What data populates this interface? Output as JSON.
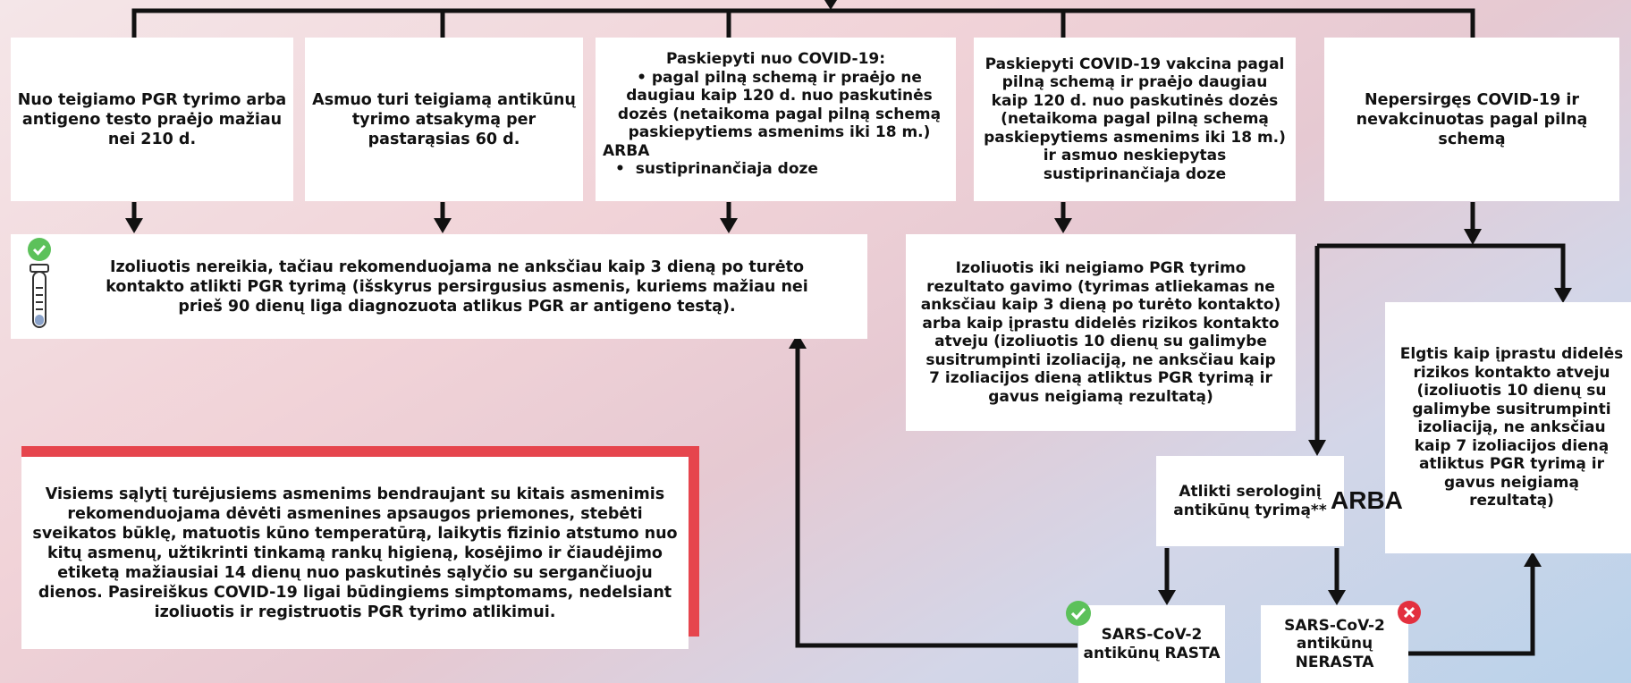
{
  "top_boxes": [
    "Nuo teigiamo PGR tyrimo arba antigeno testo praėjo mažiau nei 210 d.",
    "Asmuo turi teigiamą antikūnų tyrimo atsakymą per pastarąsias 60 d.",
    "",
    "Paskiepyti COVID-19 vakcina pagal pilną schemą ir praėjo daugiau kaip 120 d. nuo paskutinės dozės (netaikoma pagal pilną schemą paskiepytiems asmenims iki 18 m.) ir asmuo neskiepytas sustiprinančiaja doze",
    "Nepersirgęs COVID-19 ir nevakcinuotas pagal pilną schemą"
  ],
  "vaccinated_box": {
    "title": "Paskiepyti nuo COVID-19:",
    "bullet1": "pagal pilną schemą ir praėjo ne daugiau kaip 120 d. nuo paskutinės dozės (netaikoma pagal pilną schemą paskiepytiems asmenims iki 18 m.)",
    "or": "ARBA",
    "bullet2": "sustiprinančiaja doze"
  },
  "isolation_not_required": "Izoliuotis nereikia, tačiau rekomenduojama ne anksčiau kaip 3 dieną po turėto kontakto atlikti PGR tyrimą (išskyrus persirgusius asmenis, kuriems mažiau nei prieš 90 dienų liga diagnozuota atlikus PGR ar antigeno testą).",
  "isolation_until_negative": "Izoliuotis iki neigiamo PGR tyrimo rezultato gavimo (tyrimas atliekamas ne anksčiau kaip 3 dieną po turėto kontakto) arba kaip įprastu didelės rizikos kontakto atveju (izoliuotis 10 dienų su galimybe susitrumpinti izoliaciją, ne anksčiau kaip 7 izoliacijos dieną atliktus PGR tyrimą ir gavus neigiamą rezultatą)",
  "high_risk_contact": "Elgtis kaip įprastu didelės rizikos kontakto atveju (izoliuotis 10 dienų su galimybe susitrumpinti izoliaciją, ne anksčiau kaip 7 izoliacijos dieną atliktus PGR tyrimą ir gavus neigiamą rezultatą)",
  "general_note": "Visiems sąlytį turėjusiems asmenims bendraujant su kitais asmenimis rekomenduojama dėvėti asmenines apsaugos priemones, stebėti sveikatos būklę, matuotis kūno temperatūrą, laikytis fizinio atstumo nuo kitų asmenų, užtikrinti tinkamą rankų higieną, kosėjimo ir čiaudėjimo etiketą mažiausiai 14 dienų nuo paskutinės sąlyčio su sergančiuoju dienos. Pasireiškus COVID-19 ligai būdingiems simptomams, nedelsiant izoliuotis ir registruotis PGR tyrimo atlikimui.",
  "serologic": "Atlikti serologinį antikūnų tyrimą**",
  "or_label": "ARBA",
  "antibodies_found": "SARS-CoV-2 antikūnų RASTA",
  "antibodies_not_found": "SARS-CoV-2 antikūnų NERASTA",
  "colors": {
    "accent_red": "#e6454d",
    "check_green": "#5cc15a",
    "cross_red": "#e3303f"
  }
}
